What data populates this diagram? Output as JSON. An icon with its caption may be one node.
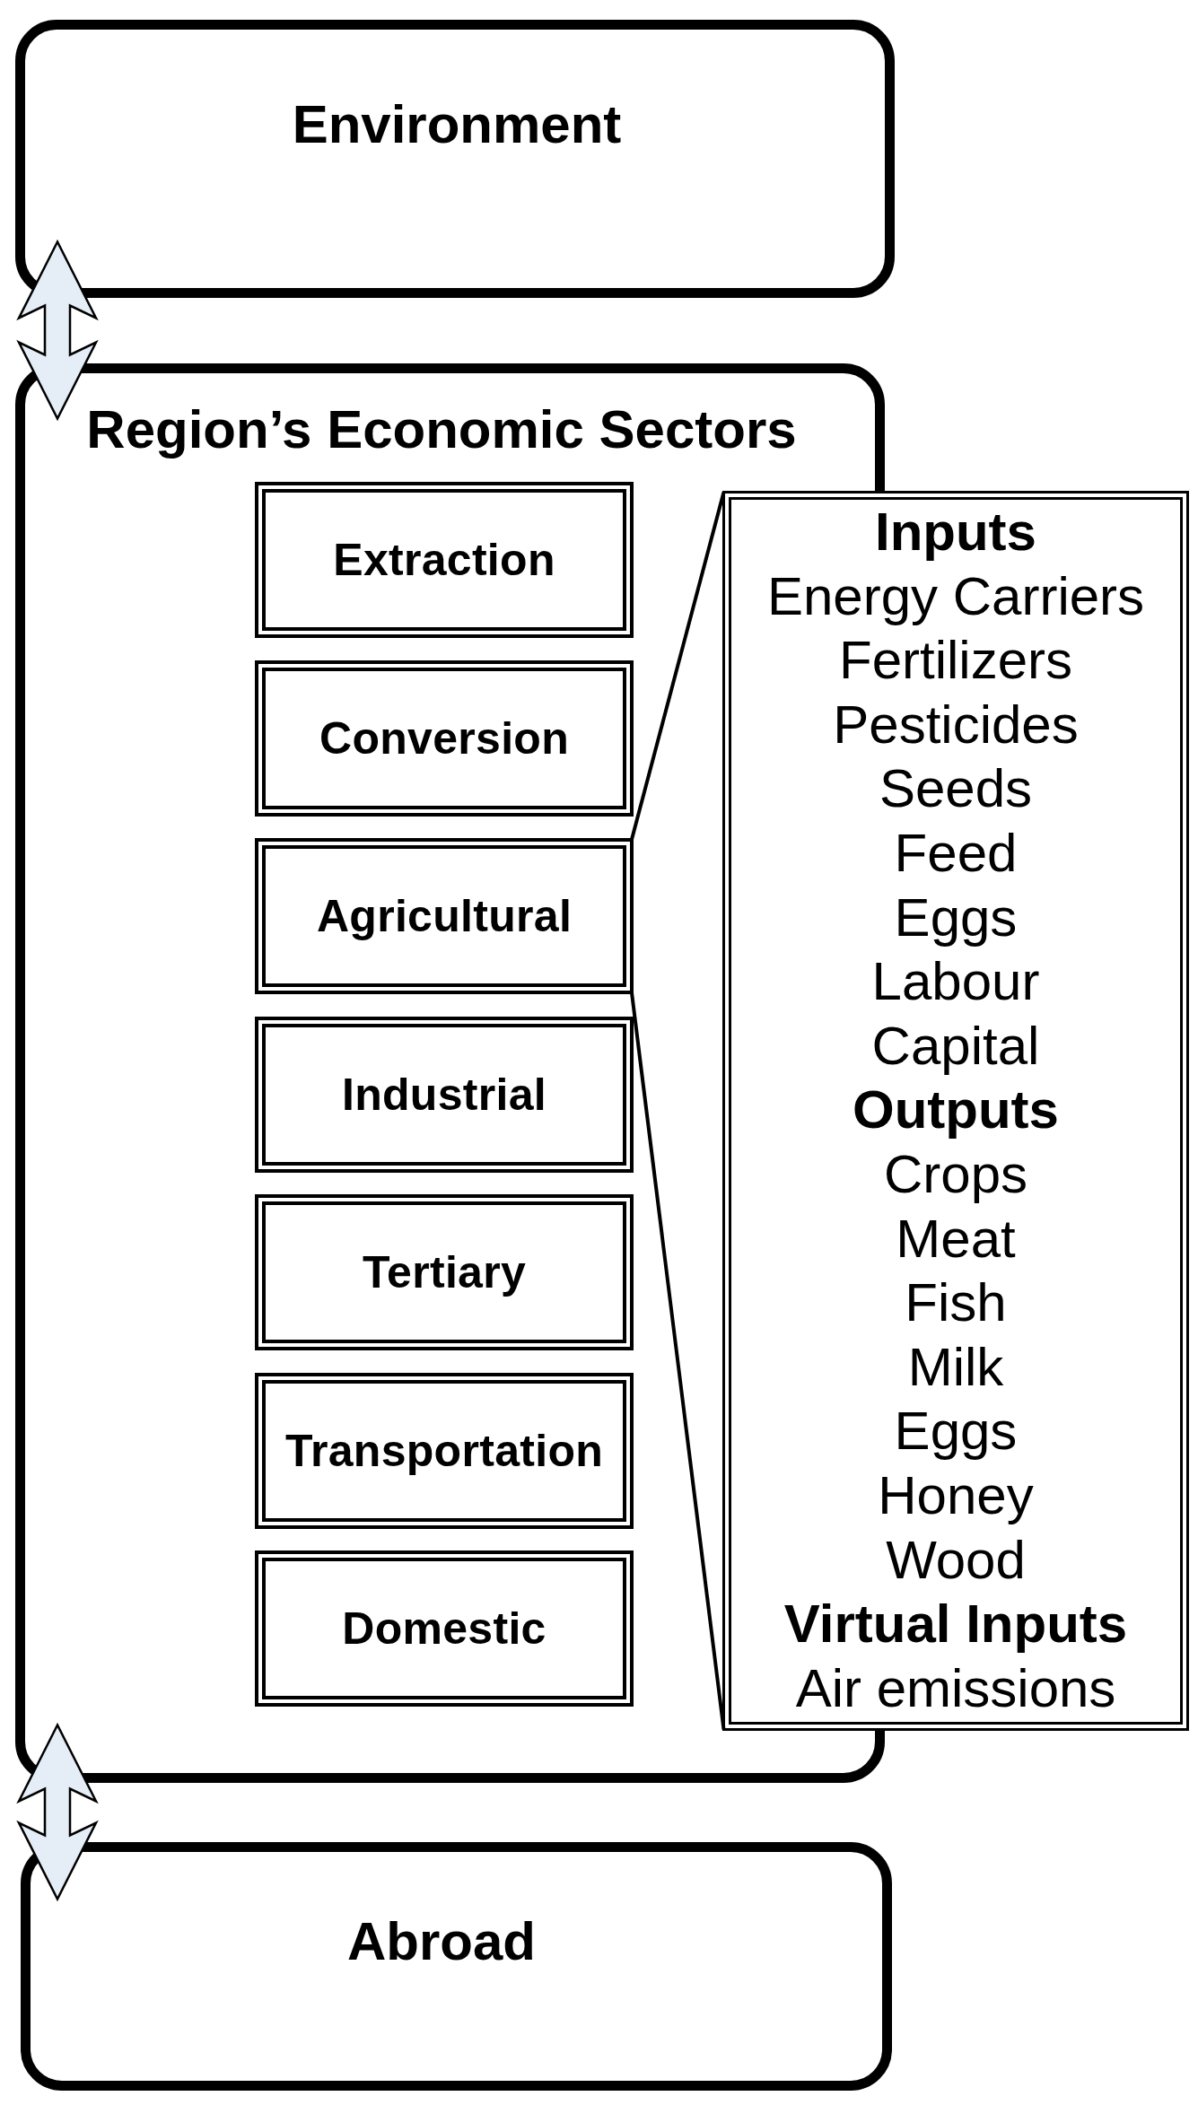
{
  "diagram": {
    "nodes": [
      {
        "text": [
          "Environment"
        ]
      },
      {
        "text": [
          "Region’s Economic Sectors"
        ]
      },
      {
        "text": [
          "Extraction"
        ],
        "in": 1
      },
      {
        "text": [
          "Conversion"
        ],
        "in": 1
      },
      {
        "text": [
          "Agricultural"
        ],
        "in": 1
      },
      {
        "text": [
          "Industrial"
        ],
        "in": 1
      },
      {
        "text": [
          "Tertiary"
        ],
        "in": 1
      },
      {
        "text": [
          "Transportation"
        ],
        "in": 1
      },
      {
        "text": [
          "Domestic"
        ],
        "in": 1
      },
      {
        "text": [
          "Inputs",
          "Energy Carriers",
          "Fertilizers",
          "Pesticides",
          "Seeds",
          "Feed",
          "Eggs",
          "Labour",
          "Capital",
          "Outputs",
          "Crops",
          "Meat",
          "Fish",
          "Milk",
          "Eggs",
          "Honey",
          "Wood",
          "Virtual Inputs",
          "Air emissions"
        ]
      },
      {
        "text": [
          "Abroad"
        ]
      }
    ],
    "edges": [
      {
        "from": 0,
        "to": 1,
        "arrow": "both",
        "style": "thick"
      },
      {
        "from": 1,
        "to": 10,
        "arrow": "both",
        "style": "thick"
      },
      {
        "from": 4,
        "to": 9,
        "arrow": "none"
      },
      {
        "from": 4,
        "to": 9,
        "arrow": "none"
      }
    ]
  }
}
